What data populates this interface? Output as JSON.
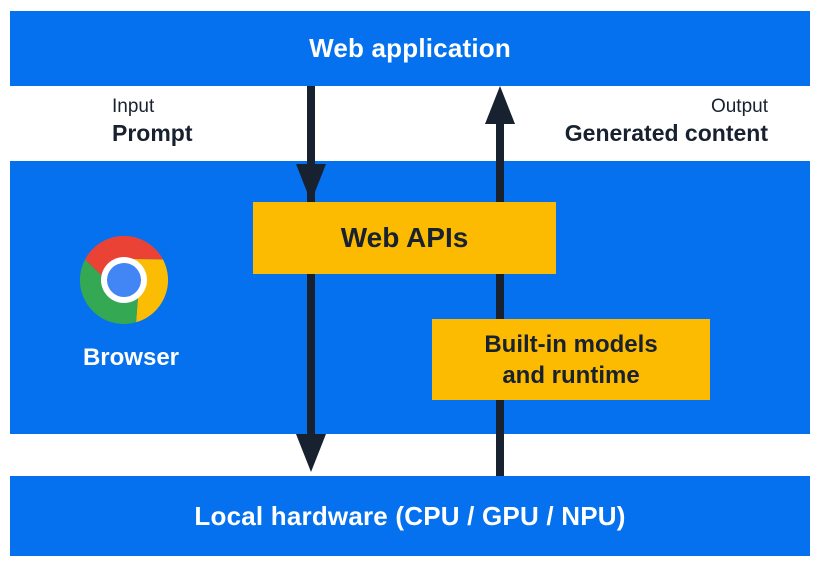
{
  "bars": {
    "web_application": "Web application",
    "local_hardware": "Local hardware (CPU / GPU / NPU)"
  },
  "io": {
    "input_label": "Input",
    "input_value": "Prompt",
    "output_label": "Output",
    "output_value": "Generated content"
  },
  "browser": {
    "label": "Browser",
    "logo_icon": "chrome-browser-logo"
  },
  "components": {
    "web_apis": "Web APIs",
    "built_in_models_line1": "Built-in models",
    "built_in_models_line2": "and runtime"
  },
  "flows": [
    {
      "direction": "down",
      "from": "Web application",
      "via": "Web APIs",
      "to": "Local hardware (CPU / GPU / NPU)",
      "carries": "Prompt"
    },
    {
      "direction": "up",
      "from": "Local hardware (CPU / GPU / NPU)",
      "via": "Built-in models and runtime",
      "to": "Web application",
      "carries": "Generated content"
    }
  ],
  "colors": {
    "blue": "#0571ee",
    "yellow": "#fcbb00",
    "navy": "#18212f",
    "white": "#ffffff",
    "chrome_red": "#ea4335",
    "chrome_yellow": "#fbbc04",
    "chrome_green": "#34a853",
    "chrome_blue": "#4285f4"
  }
}
